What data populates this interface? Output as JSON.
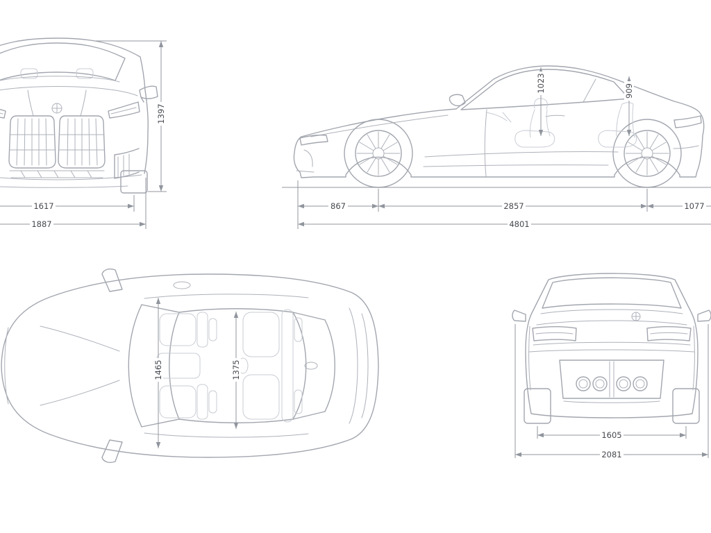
{
  "colors": {
    "car_line": "#a2a6ae",
    "detail_line": "#adb1b9",
    "ghost_line": "#c8ccd3",
    "dimension_line": "#90959d",
    "label_text": "#45484e",
    "background": "#ffffff"
  },
  "front_view": {
    "height": "1397",
    "track_width": "1617",
    "overall_width": "1887"
  },
  "side_view": {
    "front_interior_height": "1023",
    "rear_interior_height": "909",
    "front_overhang": "867",
    "wheelbase": "2857",
    "rear_overhang": "1077",
    "overall_length": "4801"
  },
  "top_view": {
    "front_interior_width": "1465",
    "rear_interior_width": "1375"
  },
  "rear_view": {
    "track_width": "1605",
    "overall_width_with_mirrors": "2081"
  }
}
